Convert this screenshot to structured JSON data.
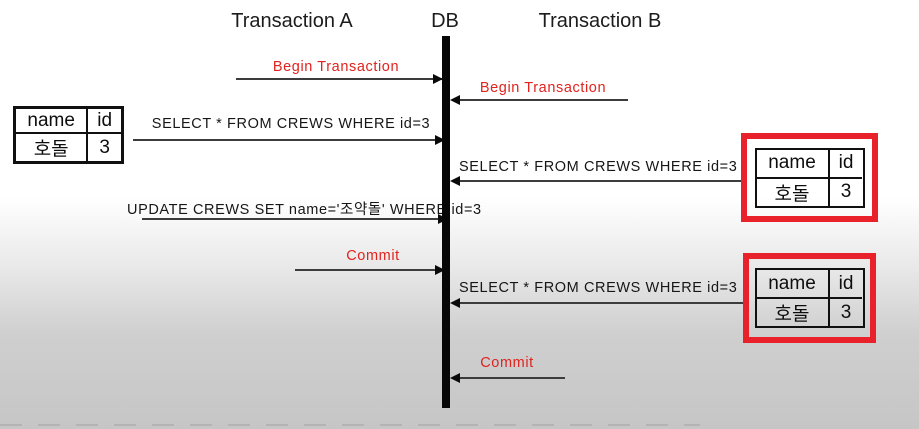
{
  "header": {
    "left_actor": "Transaction A",
    "center_actor": "DB",
    "right_actor": "Transaction B"
  },
  "colors": {
    "message_red": "#e0231e",
    "table_highlight_red": "#e8212a",
    "lifeline_black": "#070707",
    "background_bottom_gray": "#c6c6c6"
  },
  "messages": {
    "a_begin": {
      "label": "Begin Transaction",
      "color": "red",
      "direction": "to-db"
    },
    "a_select": {
      "label": "SELECT * FROM CREWS WHERE id=3",
      "color": "black",
      "direction": "to-db"
    },
    "a_update": {
      "label": "UPDATE CREWS SET name='조약돌' WHERE id=3",
      "color": "black",
      "direction": "to-db"
    },
    "a_commit": {
      "label": "Commit",
      "color": "red",
      "direction": "to-db"
    },
    "b_begin": {
      "label": "Begin Transaction",
      "color": "red",
      "direction": "to-db"
    },
    "b_select_1": {
      "label": "SELECT * FROM CREWS WHERE id=3",
      "color": "black",
      "direction": "to-db"
    },
    "b_select_2": {
      "label": "SELECT * FROM CREWS WHERE id=3",
      "color": "black",
      "direction": "to-db"
    },
    "b_commit": {
      "label": "Commit",
      "color": "red",
      "direction": "to-db"
    }
  },
  "tables": {
    "left": {
      "headers": [
        "name",
        "id"
      ],
      "rows": [
        [
          "호돌",
          "3"
        ]
      ],
      "highlighted": false
    },
    "right_top": {
      "headers": [
        "name",
        "id"
      ],
      "rows": [
        [
          "호돌",
          "3"
        ]
      ],
      "highlighted": true
    },
    "right_bottom": {
      "headers": [
        "name",
        "id"
      ],
      "rows": [
        [
          "호돌",
          "3"
        ]
      ],
      "highlighted": true
    }
  }
}
